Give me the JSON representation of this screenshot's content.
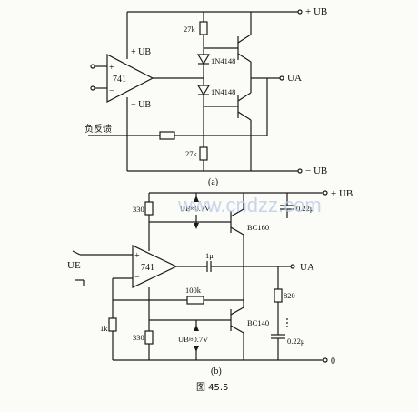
{
  "a": {
    "ub_top": "+ UB",
    "supply_plus": "+ UB",
    "supply_minus": "− UB",
    "opamp": "741",
    "plus": "+",
    "minus": "−",
    "r_top": "27k",
    "r_bottom": "27k",
    "diode": "1N4148",
    "ua": "UA",
    "feedback": "负反馈",
    "ub_bottom": "− UB",
    "caption": "(a)"
  },
  "b": {
    "ub_top": "+ UB",
    "r330_top": "330",
    "vbe_top": "UB≈0.7V",
    "t_top": "BC160",
    "c_top": "0.22μ",
    "opamp": "741",
    "plus": "+",
    "minus": "−",
    "ue": "UE",
    "c_couple": "1μ",
    "ua": "UA",
    "r100k": "100k",
    "r820": "820",
    "r1k": "1k",
    "r330_bottom": "330",
    "vbe_bottom": "UB≈0.7V",
    "t_bottom": "BC140",
    "c_bottom": "0.22μ",
    "ground": "0",
    "caption": "(b)"
  },
  "figure_caption": "图 45.5",
  "watermark": "www.cndzz.com"
}
